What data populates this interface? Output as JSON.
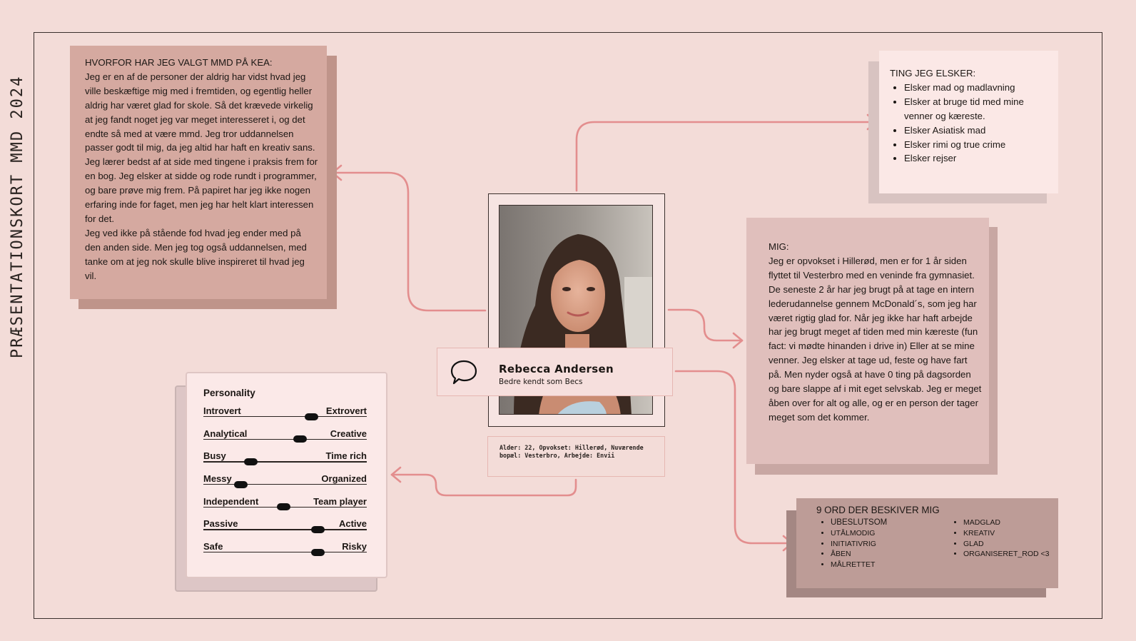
{
  "side_title": "PRÆSENTATIONSKORT MMD 2024",
  "kea": {
    "heading": "HVORFOR HAR JEG VALGT MMD PÅ KEA:",
    "p1": "Jeg er en af de personer der aldrig har vidst hvad jeg ville beskæftige mig med i fremtiden, og egentlig heller aldrig har været glad for skole. Så det krævede virkelig at jeg fandt noget jeg var meget interesseret i, og det endte så med at være mmd. Jeg tror uddannelsen passer godt til mig, da jeg altid har haft en kreativ sans. Jeg lærer bedst af at side med tingene i praksis frem for en bog. Jeg elsker at sidde og rode rundt i programmer, og bare prøve mig frem. På papiret har jeg ikke nogen erfaring inde for faget, men jeg har helt klart interessen for det.",
    "p2": "Jeg ved ikke på stående fod hvad jeg ender med på den anden side. Men jeg tog også uddannelsen, med tanke om at jeg nok skulle blive inspireret til hvad jeg vil."
  },
  "ting": {
    "heading": "TING JEG ELSKER:",
    "items": [
      "Elsker mad og madlavning",
      "Elsker at bruge tid med mine venner og kæreste.",
      "Elsker Asiatisk mad",
      "Elsker rimi og true crime",
      "Elsker rejser"
    ]
  },
  "mig": {
    "heading": "MIG:",
    "text": "Jeg er opvokset i Hillerød, men er for 1 år siden flyttet til Vesterbro med en veninde fra gymnasiet. De seneste 2 år har jeg brugt på at tage en intern lederudannelse gennem McDonald´s, som jeg har været rigtig glad for. Når jeg ikke har haft arbejde har jeg brugt meget af tiden med min kæreste (fun fact: vi mødte hinanden i drive in) Eller at se mine venner. Jeg elsker at tage ud, feste og have fart på. Men nyder også at have 0 ting på dagsorden og bare slappe af i mit eget selvskab. Jeg er meget åben over for alt og alle, og er en person der tager meget som det kommer."
  },
  "ord": {
    "heading": "9 ORD DER BESKIVER MIG",
    "col1": [
      "Ubeslutsom",
      "utålmodig",
      "initiativrig",
      "åben",
      "målrettet"
    ],
    "col2": [
      "madglad",
      "kreativ",
      "glad",
      "organiseret_rod <3"
    ]
  },
  "personality": {
    "title": "Personality",
    "sliders": [
      {
        "left": "Introvert",
        "right": "Extrovert",
        "value": 0.66
      },
      {
        "left": "Analytical",
        "right": "Creative",
        "value": 0.59
      },
      {
        "left": "Busy",
        "right": "Time rich",
        "value": 0.29
      },
      {
        "left": "Messy",
        "right": "Organized",
        "value": 0.23
      },
      {
        "left": "Independent",
        "right": "Team player",
        "value": 0.49
      },
      {
        "left": "Passive",
        "right": "Active",
        "value": 0.7
      },
      {
        "left": "Safe",
        "right": "Risky",
        "value": 0.7
      }
    ]
  },
  "profile": {
    "name": "Rebecca Andersen",
    "nickname": "Bedre kendt som Becs",
    "info_line1": "Alder: 22, Opvokset: Hillerød, Nuværende",
    "info_line2": "bopæl: Vesterbro, Arbejde: Envii"
  },
  "colors": {
    "background": "#f3dcd8",
    "arrow": "#e38e8e"
  }
}
